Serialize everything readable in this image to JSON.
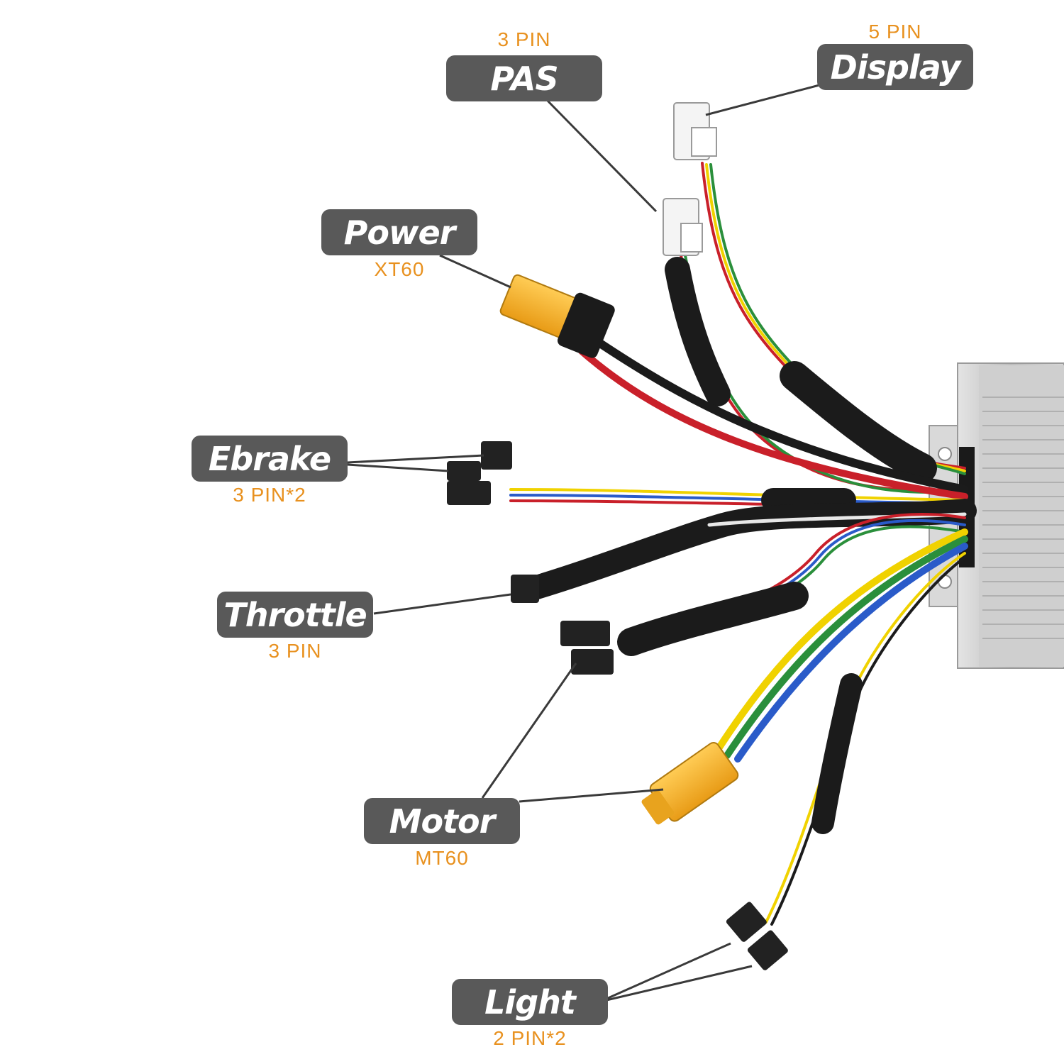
{
  "colors": {
    "label_bg": "#595959",
    "label_text": "#ffffff",
    "spec_text": "#e8911f",
    "leader_line": "#3a3a3a",
    "controller_body": "#c9c9c9",
    "cable_sleeve": "#1b1b1b",
    "xt_connector": "#f4b533"
  },
  "labels": {
    "pas": {
      "name": "PAS",
      "spec": "3 PIN"
    },
    "display": {
      "name": "Display",
      "spec": "5 PIN"
    },
    "power": {
      "name": "Power",
      "spec": "XT60"
    },
    "ebrake": {
      "name": "Ebrake",
      "spec": "3 PIN*2"
    },
    "throttle": {
      "name": "Throttle",
      "spec": "3 PIN"
    },
    "motor": {
      "name": "Motor",
      "spec": "MT60"
    },
    "light": {
      "name": "Light",
      "spec": "2 PIN*2"
    }
  }
}
